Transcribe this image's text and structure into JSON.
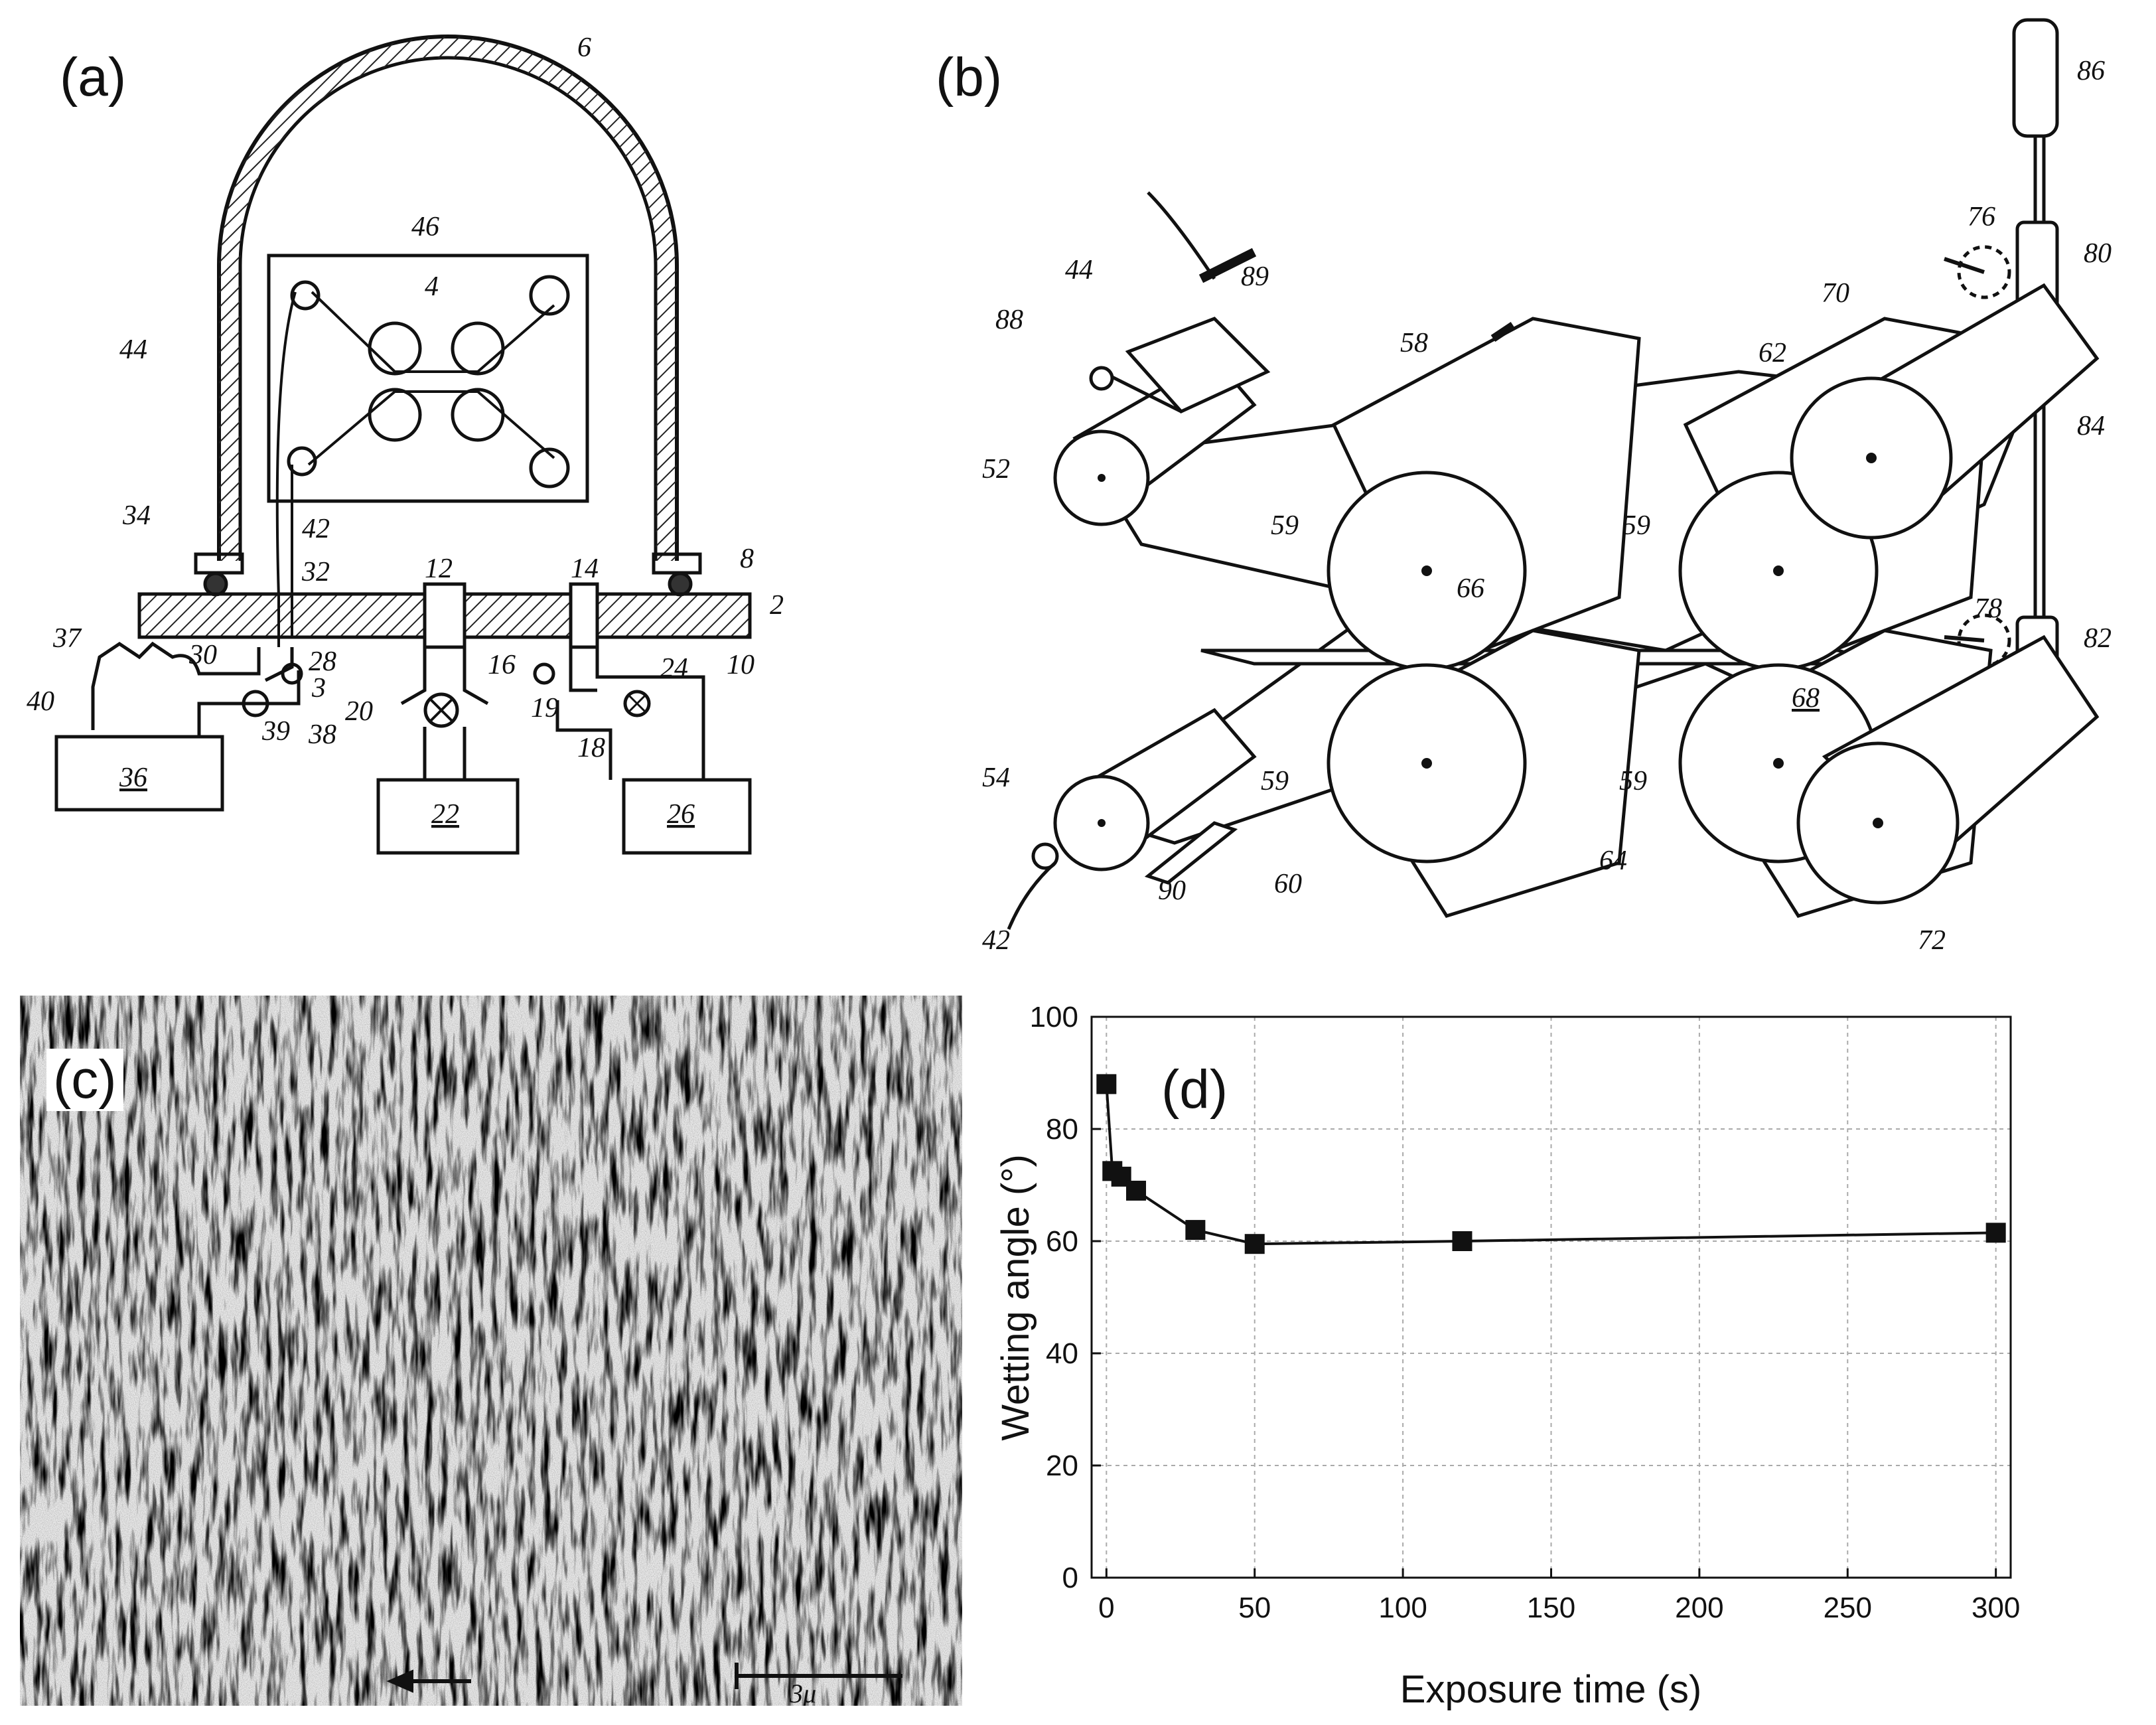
{
  "panel_labels": {
    "a": "(a)",
    "b": "(b)",
    "c": "(c)",
    "d": "(d)"
  },
  "panel_a": {
    "callouts": [
      "6",
      "46",
      "4",
      "44",
      "34",
      "42",
      "32",
      "8",
      "2",
      "12",
      "14",
      "10",
      "37",
      "30",
      "28",
      "16",
      "24",
      "40",
      "3",
      "20",
      "19",
      "39",
      "38",
      "18",
      "36",
      "22",
      "26"
    ]
  },
  "panel_b": {
    "callouts": [
      "86",
      "76",
      "80",
      "44",
      "89",
      "88",
      "58",
      "62",
      "70",
      "84",
      "52",
      "59",
      "59",
      "66",
      "78",
      "82",
      "68",
      "54",
      "59",
      "59",
      "90",
      "60",
      "64",
      "72",
      "42"
    ]
  },
  "panel_c": {
    "scale_label": "3μ"
  },
  "chart_data": {
    "type": "scatter",
    "title": "",
    "xlabel": "Exposure time (s)",
    "ylabel": "Wetting angle (°)",
    "xlim": [
      -5,
      305
    ],
    "ylim": [
      0,
      100
    ],
    "xticks": [
      0,
      50,
      100,
      150,
      200,
      250,
      300
    ],
    "yticks": [
      0,
      20,
      40,
      60,
      80,
      100
    ],
    "grid": true,
    "marker": "square",
    "connected": true,
    "x": [
      0,
      2,
      5,
      10,
      30,
      50,
      120,
      300
    ],
    "y": [
      88,
      72.5,
      71.5,
      69,
      62,
      59.5,
      60,
      61.5
    ]
  }
}
